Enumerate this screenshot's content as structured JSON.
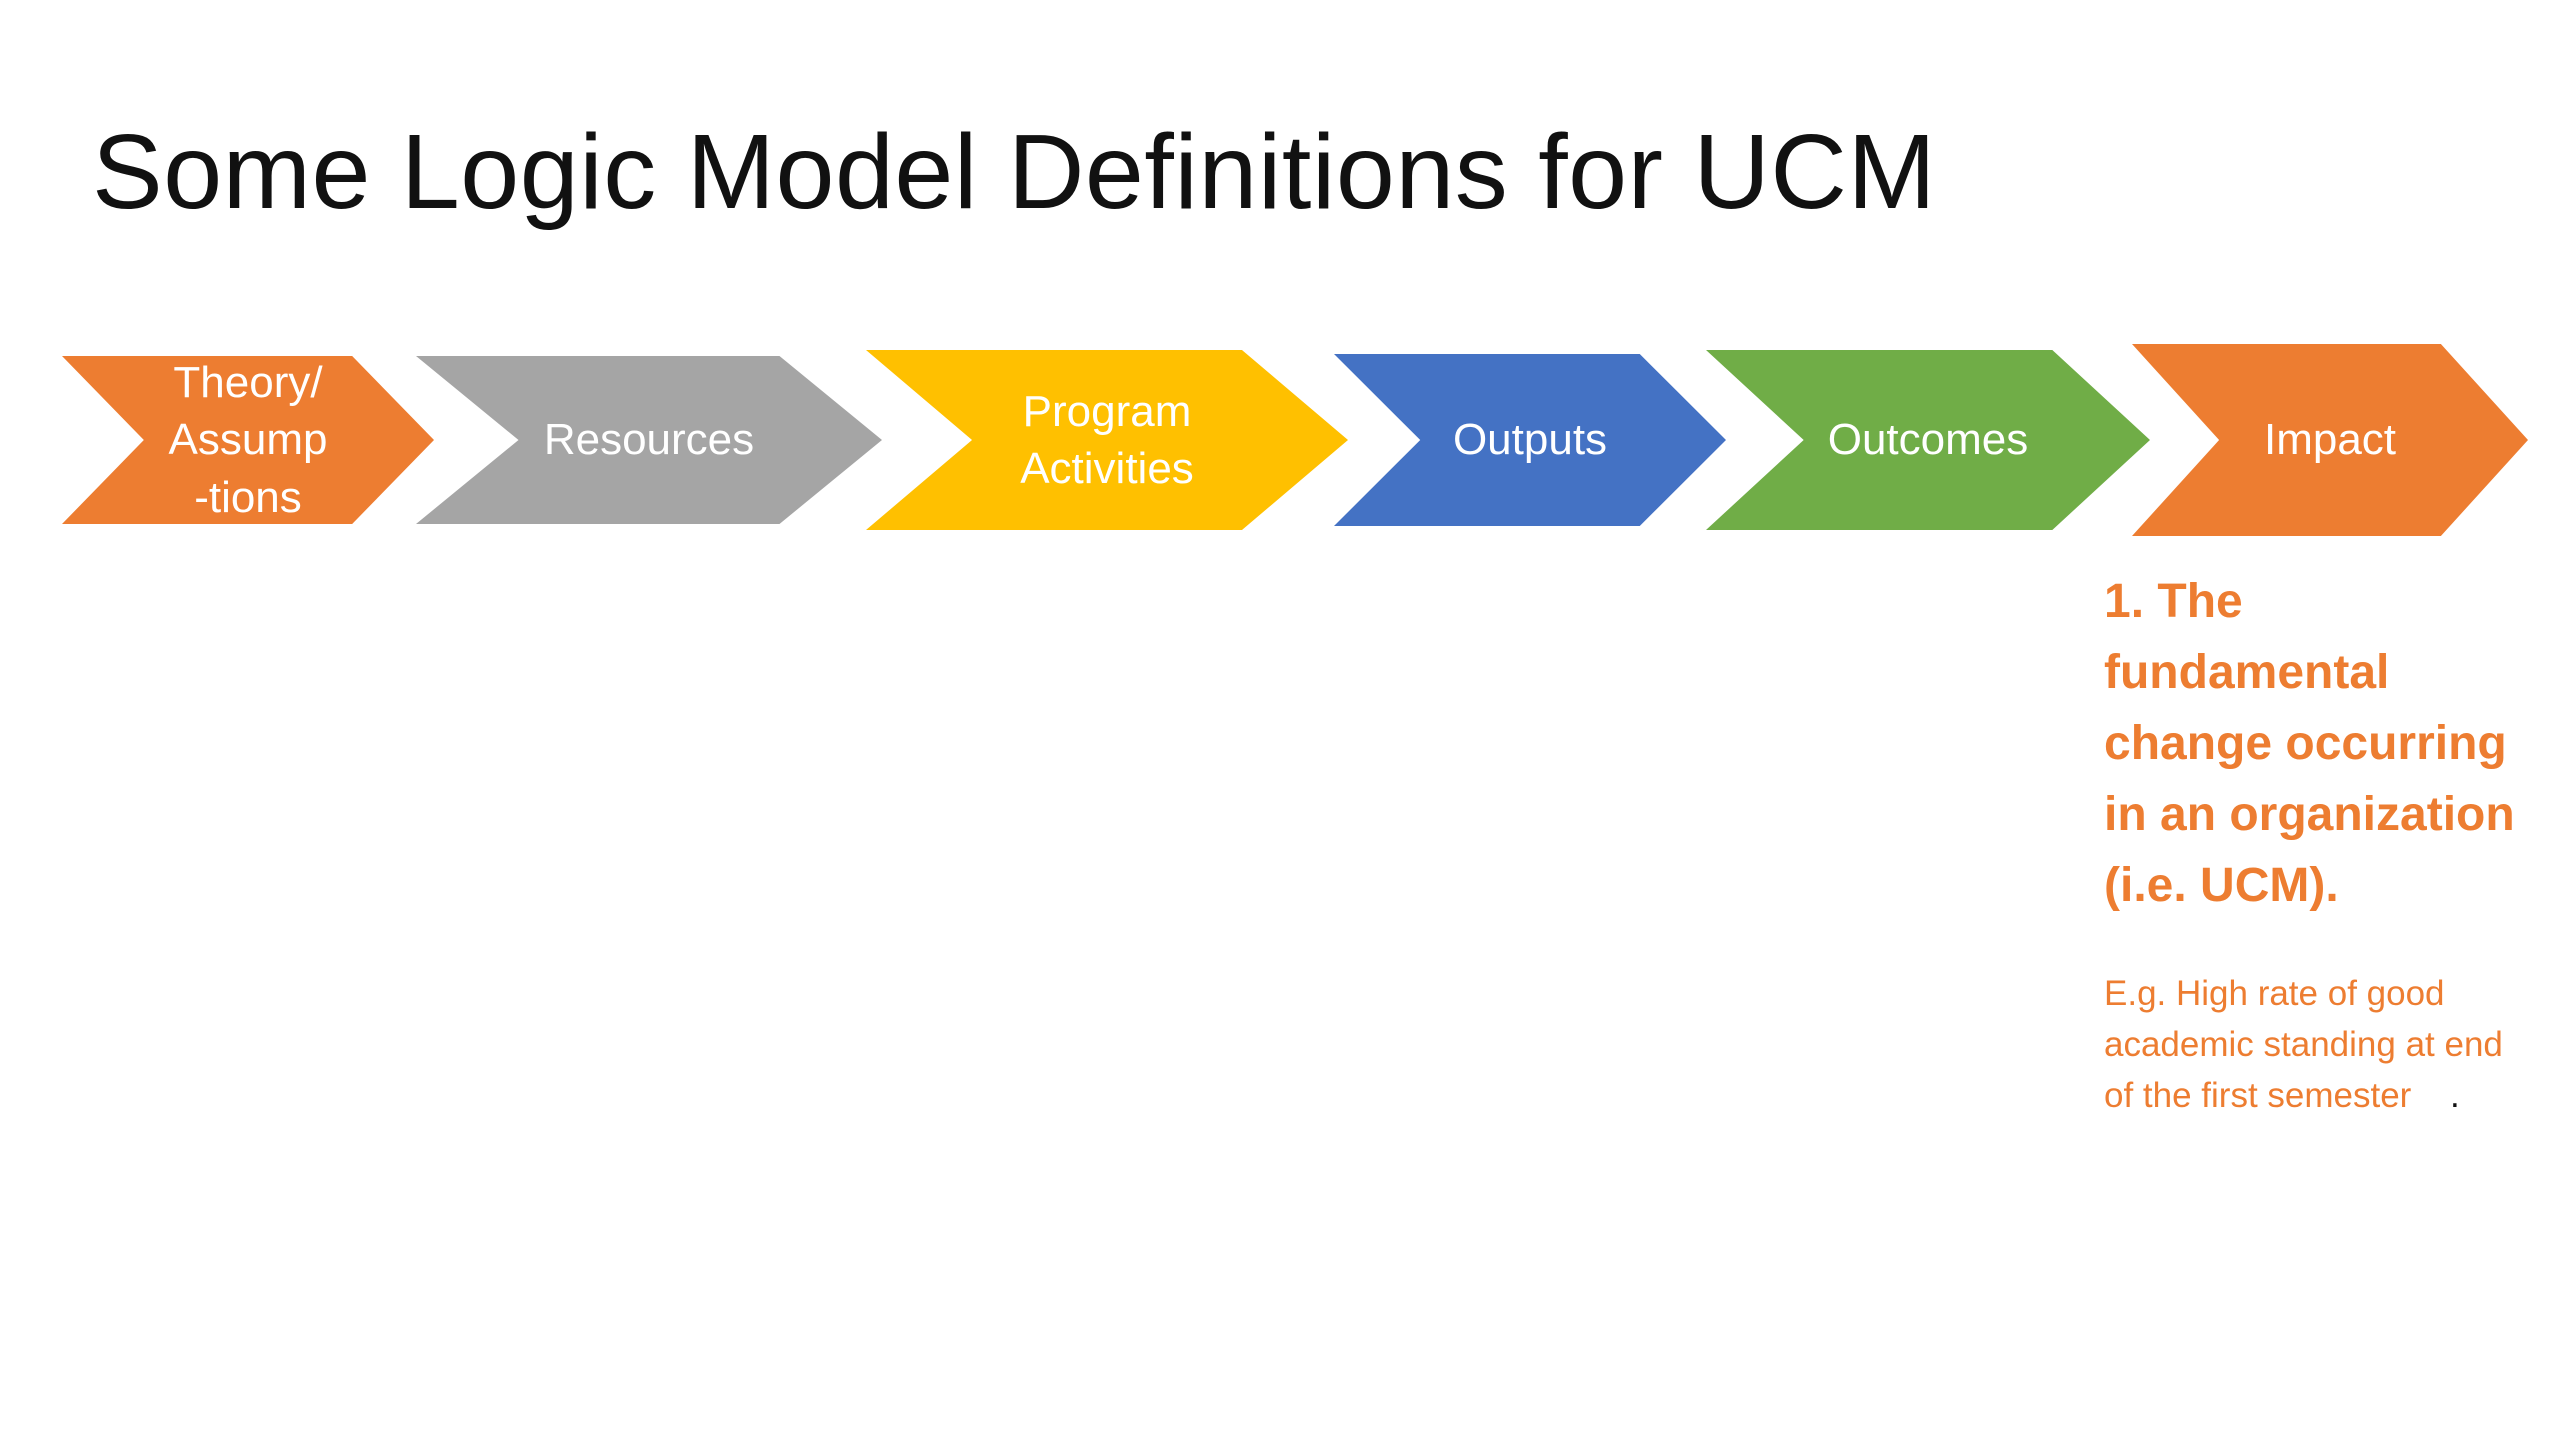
{
  "slide": {
    "title": "Some Logic Model Definitions for UCM"
  },
  "chevrons": [
    {
      "label": "Theory/\nAssump\n-tions",
      "color": "#ed7d31"
    },
    {
      "label": "Resources",
      "color": "#a5a5a5"
    },
    {
      "label": "Program\nActivities",
      "color": "#ffc000"
    },
    {
      "label": "Outputs",
      "color": "#4472c4"
    },
    {
      "label": "Outcomes",
      "color": "#70ad47"
    },
    {
      "label": "Impact",
      "color": "#ed7d31"
    }
  ],
  "impact": {
    "heading": "1. The\nfundamental\nchange occurring\nin an organization\n(i.e. UCM).",
    "example": "E.g. High rate of good\nacademic standing at end\nof the first semester",
    "example_period": ".",
    "text_color": "#ed7d31"
  }
}
